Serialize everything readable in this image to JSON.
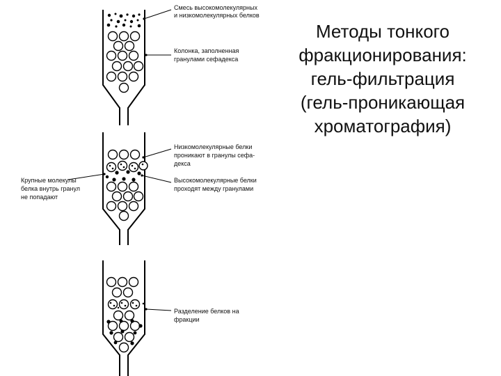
{
  "title": {
    "lines": [
      "Методы тонкого",
      "фракционирования:",
      "гель-фильтрация",
      "(гель-проникающая",
      "хроматография)"
    ]
  },
  "diagram": {
    "column1": {
      "label_mixture": [
        "Смесь высокомолекулярных",
        "и низкомолекулярных белков"
      ],
      "label_column": [
        "Колонка, заполненная",
        "гранулами сефадекса"
      ]
    },
    "column2": {
      "label_low": [
        "Низкомолекулярные белки",
        "проникают в гранулы сефа-",
        "декса"
      ],
      "label_high": [
        "Высокомолекулярные белки",
        "проходят между гранулами"
      ],
      "label_large": [
        "Крупные молекулы",
        "белка внутрь гранул",
        "не попадают"
      ]
    },
    "column3": {
      "label_separation": [
        "Разделение белков на",
        "фракции"
      ]
    }
  }
}
